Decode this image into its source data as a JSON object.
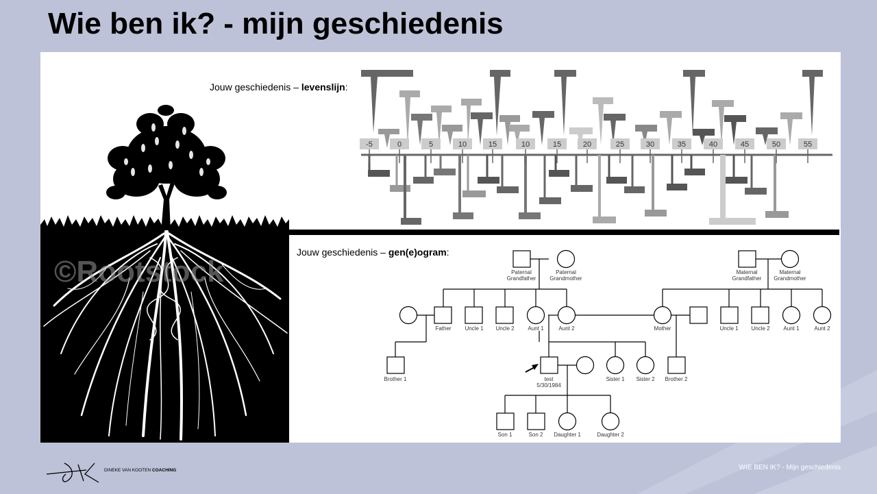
{
  "slide": {
    "title": "Wie ben ik? - mijn geschiedenis",
    "watermark_text": "©Rootstock"
  },
  "lifeline": {
    "caption_prefix": "Jouw geschiedenis – ",
    "caption_bold": "levenslijn",
    "caption_suffix": ":",
    "ticks": [
      "-5",
      "0",
      "5",
      "10",
      "15",
      "10",
      "15",
      "20",
      "25",
      "30",
      "35",
      "40",
      "45",
      "50",
      "55"
    ]
  },
  "genogram": {
    "caption_prefix": "Jouw geschiedenis – ",
    "caption_bold": "gen(e)ogram",
    "caption_suffix": ":",
    "people": {
      "paternal_grandfather": "Paternal\nGrandfather",
      "paternal_grandmother": "Paternal\nGrandmother",
      "maternal_grandfather": "Maternal\nGrandfather",
      "maternal_grandmother": "Maternal\nGrandmother",
      "father": "Father",
      "p_uncle1": "Uncle 1",
      "p_uncle2": "Uncle 2",
      "p_aunt1": "Aunt 1",
      "p_aunt2": "Aunt 2",
      "mother": "Mother",
      "m_uncle1": "Uncle 1",
      "m_uncle2": "Uncle 2",
      "m_aunt1": "Aunt 1",
      "m_aunt2": "Aunt 2",
      "brother1": "Brother 1",
      "test": "test\n5/30/1984",
      "sister1": "Sister 1",
      "sister2": "Sister 2",
      "brother2": "Brother 2",
      "son1": "Son 1",
      "son2": "Son 2",
      "daughter1": "Daughter 1",
      "daughter2": "Daughter 2"
    }
  },
  "footer": {
    "logo_text_regular": "DINEKE VAN KOOTEN ",
    "logo_text_bold": "COACHING",
    "right_text": "WIE BEN IK? - Mijn geschiedenis"
  },
  "colors": {
    "background": "#bdc2d8",
    "panel": "#ffffff",
    "tree": "#000000"
  }
}
